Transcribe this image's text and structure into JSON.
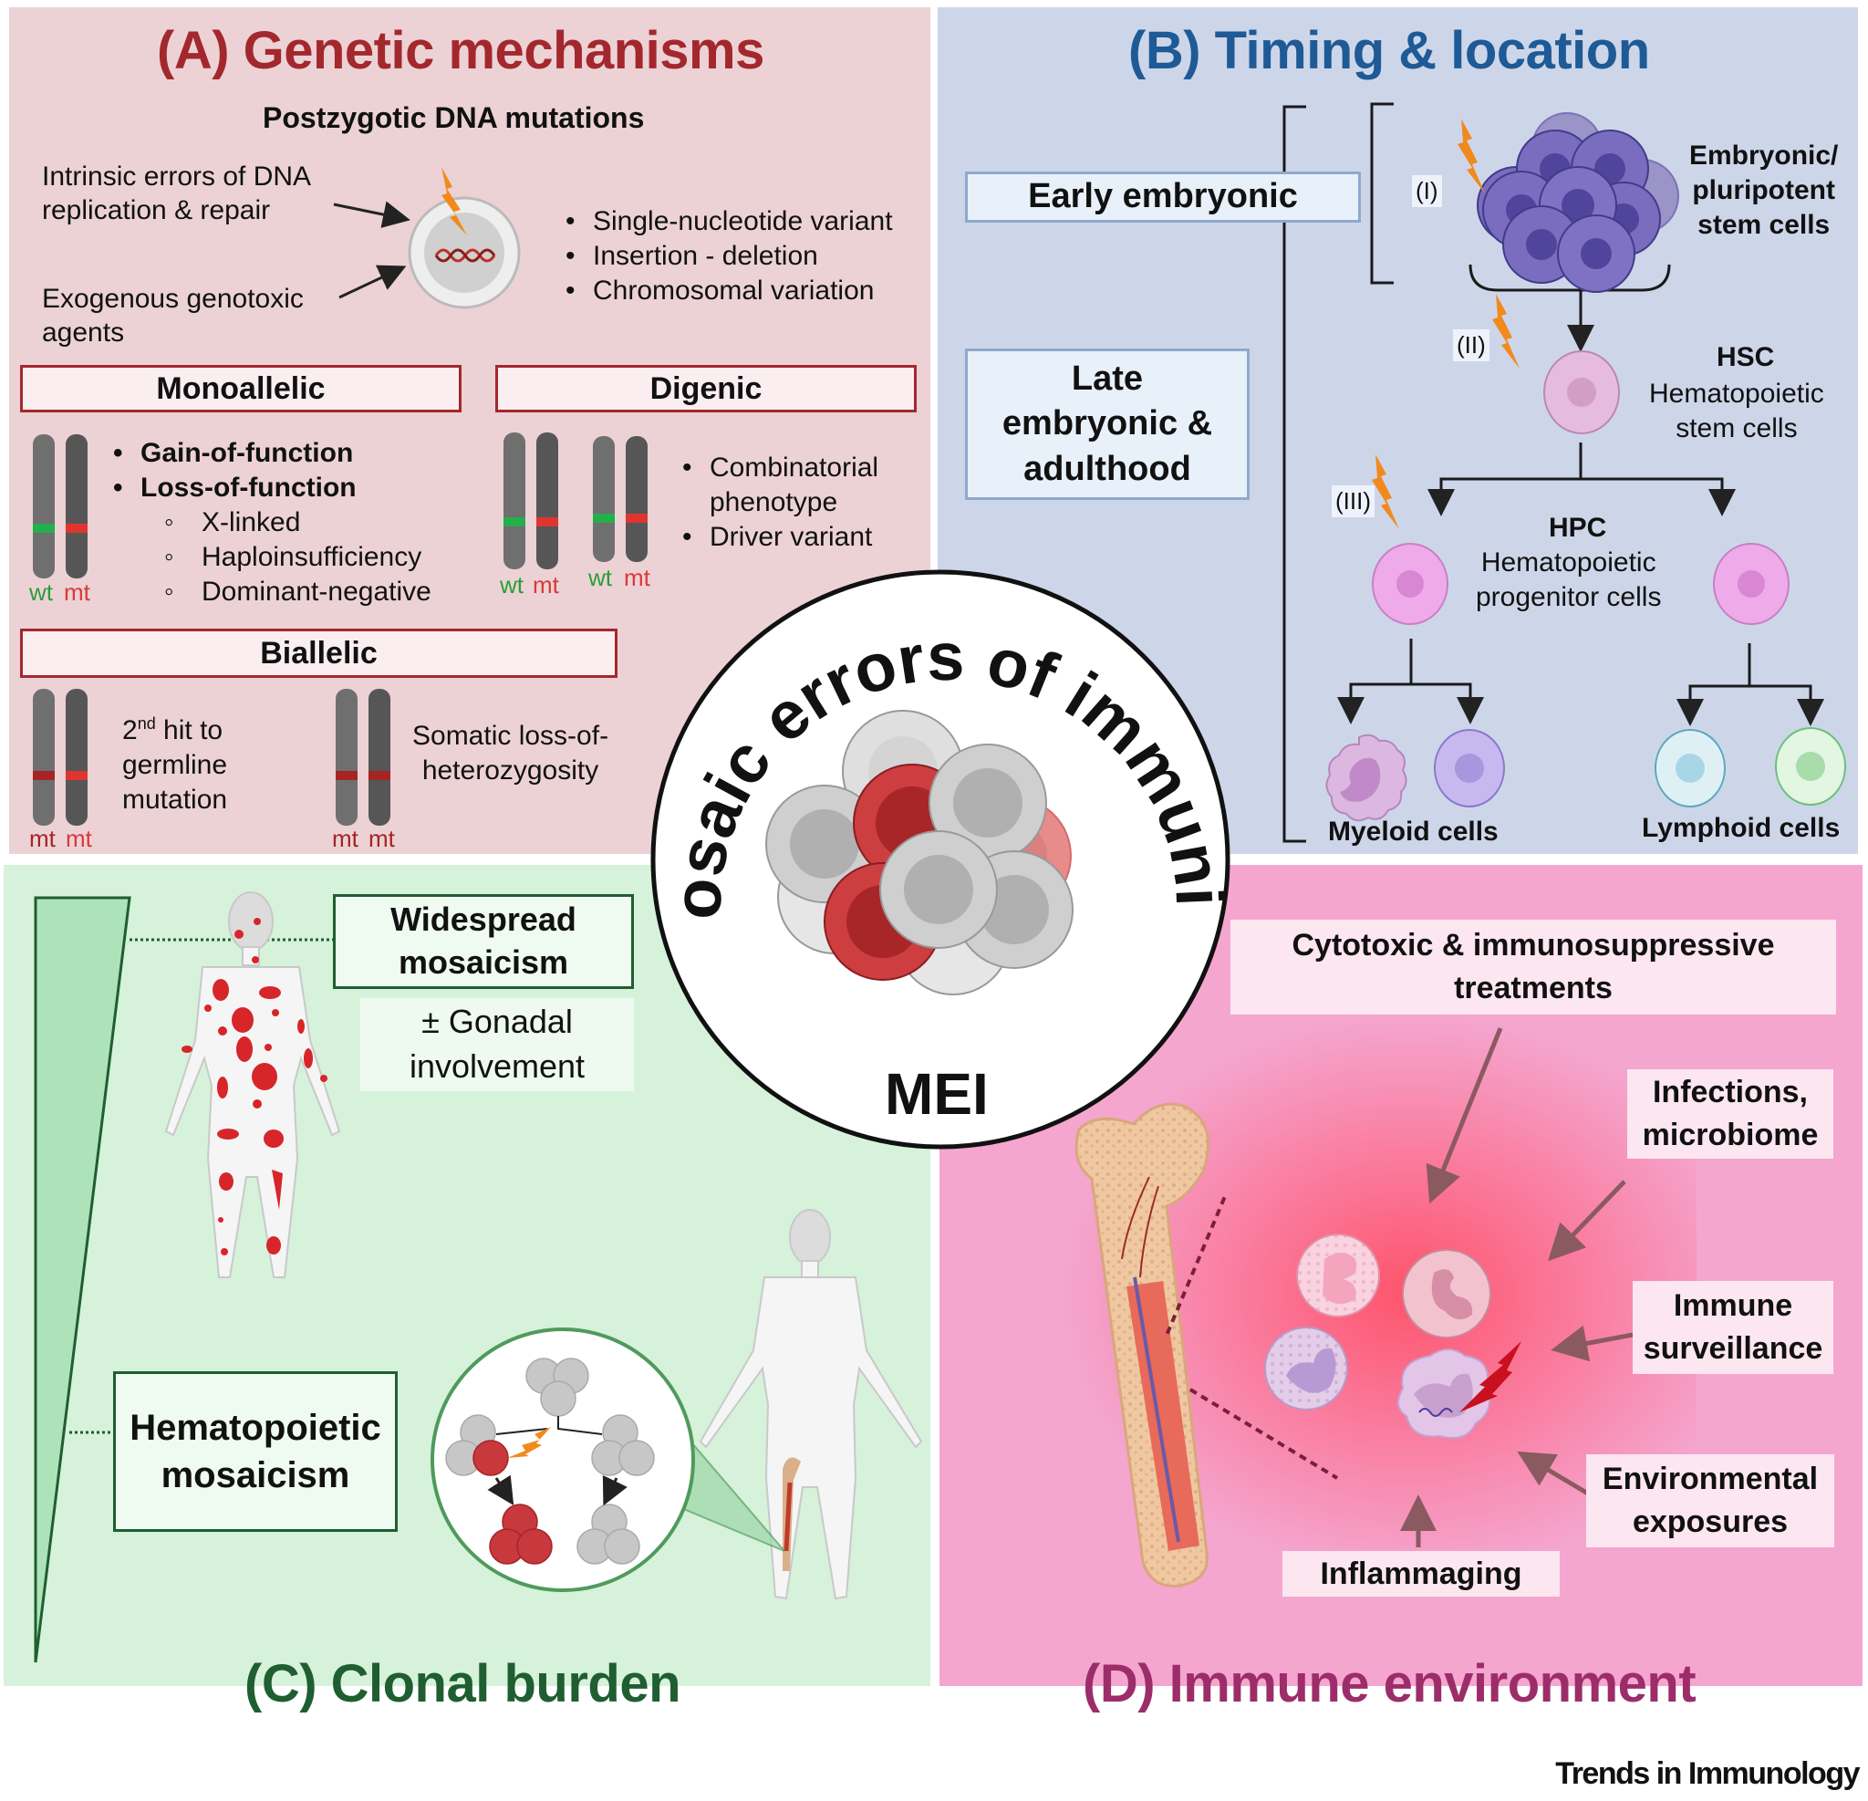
{
  "figure": {
    "center": {
      "arc_text": "Mosaic errors of immunity",
      "abbreviation": "MEI"
    },
    "credit": "Trends in Immunology",
    "colors": {
      "panel_a_bg": "#ecd2d5",
      "panel_a_accent": "#a3282e",
      "panel_b_bg": "#cdd6e9",
      "panel_b_accent": "#1e5a96",
      "panel_c_bg": "#d6f2da",
      "panel_c_accent": "#1f5e30",
      "panel_d_bg": "#f4a6cf",
      "panel_d_accent": "#9c2d6a",
      "mutation_bolt": "#f08a1c",
      "wt_color": "#2a9d3a",
      "mt_color": "#d83a3a"
    }
  },
  "panel_a": {
    "title": "(A) Genetic mechanisms",
    "subtitle": "Postzygotic DNA mutations",
    "causes": [
      "Intrinsic errors of DNA\nreplication & repair",
      "Exogenous genotoxic\nagents"
    ],
    "mutation_types": [
      "Single-nucleotide variant",
      "Insertion - deletion",
      "Chromosomal variation"
    ],
    "monoallelic": {
      "label": "Monoallelic",
      "items": [
        {
          "text": "Gain-of-function",
          "level": 1
        },
        {
          "text": "Loss-of-function",
          "level": 1
        },
        {
          "text": "X-linked",
          "level": 2
        },
        {
          "text": "Haploinsufficiency",
          "level": 2
        },
        {
          "text": "Dominant-negative",
          "level": 2
        }
      ],
      "alleles": [
        "wt",
        "mt"
      ]
    },
    "digenic": {
      "label": "Digenic",
      "items": [
        "Combinatorial\nphenotype",
        "Driver variant"
      ],
      "alleles_pair1": [
        "wt",
        "mt"
      ],
      "alleles_pair2": [
        "wt",
        "mt"
      ]
    },
    "biallelic": {
      "label": "Biallelic",
      "case1": {
        "text_pre": "2",
        "text_sup": "nd",
        "text_post": " hit to\ngermline\nmutation",
        "alleles": [
          "mt",
          "mt"
        ]
      },
      "case2": {
        "text": "Somatic loss-of-\nheterozygosity",
        "alleles": [
          "mt",
          "mt"
        ]
      }
    }
  },
  "panel_b": {
    "title": "(B) Timing & location",
    "stages": [
      "Early embryonic",
      "Late\nembryonic &\nadulthood"
    ],
    "hits": [
      "(I)",
      "(II)",
      "(III)"
    ],
    "cells": {
      "embryonic": "Embryonic/\npluripotent\nstem cells",
      "hsc_abbr": "HSC",
      "hsc_full": "Hematopoietic\nstem cells",
      "hpc_abbr": "HPC",
      "hpc_full": "Hematopoietic\nprogenitor cells",
      "myeloid": "Myeloid cells",
      "lymphoid": "Lymphoid cells"
    }
  },
  "panel_c": {
    "title": "(C) Clonal burden",
    "widespread": "Widespread\nmosaicism",
    "gonadal": "± Gonadal\ninvolvement",
    "hematopoietic": "Hematopoietic\nmosaicism"
  },
  "panel_d": {
    "title": "(D) Immune environment",
    "factors": {
      "treatments": "Cytotoxic & immunosuppressive\ntreatments",
      "infections": "Infections,\nmicrobiome",
      "surveillance": "Immune\nsurveillance",
      "environmental": "Environmental\nexposures",
      "inflammaging": "Inflammaging"
    }
  }
}
